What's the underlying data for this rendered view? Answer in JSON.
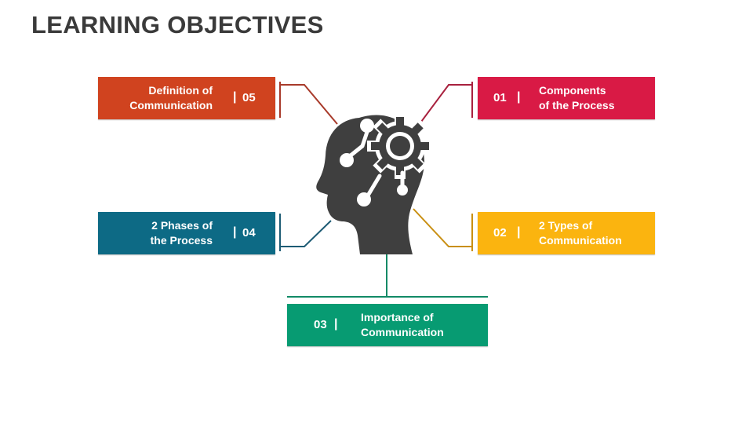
{
  "title": "LEARNING OBJECTIVES",
  "center_icon": "head-with-gear-icon",
  "items": {
    "i01": {
      "number": "01",
      "line1": "Components",
      "line2": "of the Process",
      "color": "#D91A45"
    },
    "i02": {
      "number": "02",
      "line1": "2 Types of",
      "line2": "Communication",
      "color": "#FBB40F"
    },
    "i03": {
      "number": "03",
      "line1": "Importance of",
      "line2": "Communication",
      "color": "#079B72"
    },
    "i04": {
      "number": "04",
      "line1": "2 Phases of",
      "line2": "the Process",
      "color": "#0D6A85"
    },
    "i05": {
      "number": "05",
      "line1": "Definition of",
      "line2": "Communication",
      "color": "#D0431F"
    }
  },
  "separator": "|"
}
